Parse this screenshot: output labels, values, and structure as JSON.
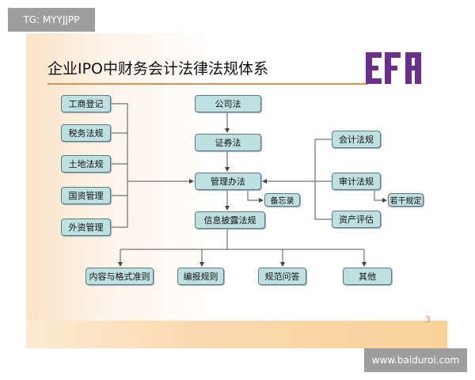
{
  "watermark_top": "TG: MYYJJPP",
  "watermark_bottom": "www.baiduroi.com",
  "title": "企业IPO中财务会计法律法规体系",
  "logo_text": "EFA",
  "page_number": "3",
  "left_boxes": [
    "工商登记",
    "税务法规",
    "土地法规",
    "国资管理",
    "外资管理"
  ],
  "center_boxes": [
    "公司法",
    "证券法",
    "管理办法",
    "信息披露法规"
  ],
  "memo": "备忘录",
  "right_boxes": [
    "会计法规",
    "审计法规",
    "资产评估"
  ],
  "right_sub": "若干规定",
  "bottom_boxes": [
    "内容与格式准则",
    "编报规则",
    "规范问答",
    "其他"
  ],
  "colors": {
    "box_fill": "#bfe0e0",
    "box_border": "#5b7b80",
    "accent": "#e0904a",
    "logo": "#6a2f8a"
  }
}
